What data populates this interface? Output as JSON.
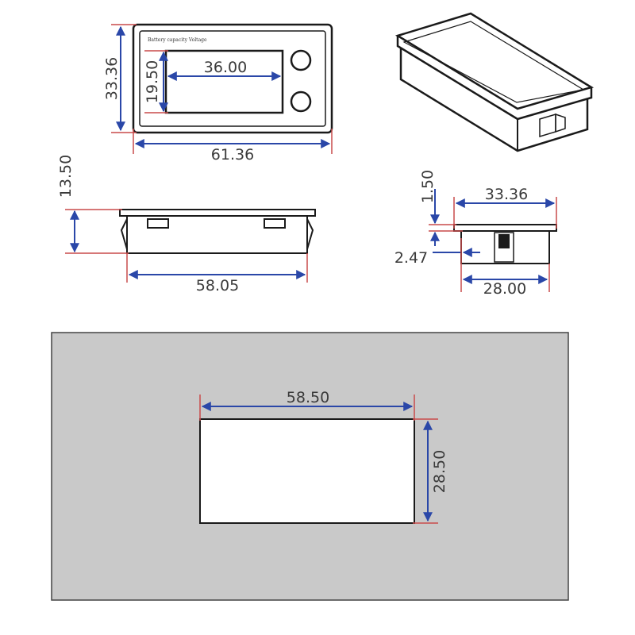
{
  "labels": {
    "device_caption": "Battery capacity Voltage",
    "front_width": "61.36",
    "front_height": "33.36",
    "screen_width": "36.00",
    "screen_height": "19.50",
    "side_depth": "13.50",
    "side_width": "58.05",
    "end_height": "33.36",
    "end_lip": "1.50",
    "end_offset": "2.47",
    "end_width": "28.00",
    "cutout_width": "58.50",
    "cutout_height": "28.50"
  },
  "colors": {
    "dimension_line": "#2a47a8",
    "extension_line": "#c94a4a",
    "panel": "#c9c9c9",
    "outline": "#1a1a1a"
  }
}
